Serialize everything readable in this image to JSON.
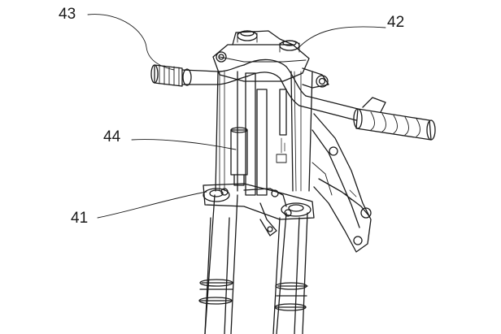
{
  "figure": {
    "labels": {
      "ref_43": "43",
      "ref_42": "42",
      "ref_44": "44",
      "ref_41": "41"
    },
    "colors": {
      "line": "#1a1a1a",
      "background": "#ffffff"
    }
  }
}
